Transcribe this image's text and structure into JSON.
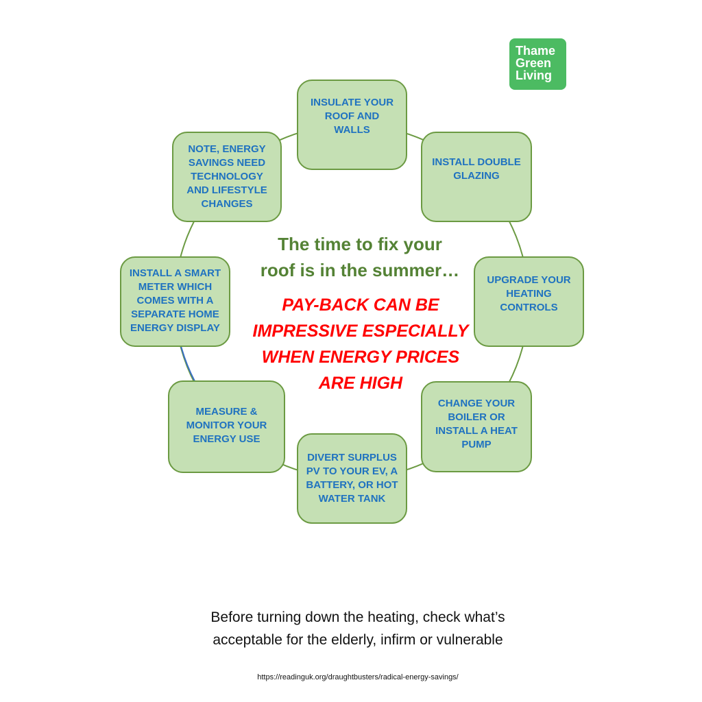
{
  "logo": {
    "text": "Thame\nGreen\nLiving"
  },
  "cycle_steps": [
    "INSULATE YOUR\nROOF AND\nWALLS",
    "INSTALL DOUBLE\nGLAZING",
    "UPGRADE YOUR\nHEATING\nCONTROLS",
    "CHANGE YOUR\nBOILER OR\nINSTALL A HEAT\nPUMP",
    "DIVERT SURPLUS\nPV TO YOUR EV, A\nBATTERY, OR HOT\nWATER TANK",
    "MEASURE &\nMONITOR YOUR\nENERGY USE",
    "INSTALL A SMART\nMETER WHICH\nCOMES WITH A\nSEPARATE HOME\nENERGY DISPLAY",
    "NOTE, ENERGY\nSAVINGS NEED\nTECHNOLOGY\nAND LIFESTYLE\nCHANGES"
  ],
  "center": {
    "headline": [
      "The time to fix your",
      "roof is in the summer…"
    ],
    "emphasis": [
      "PAY-BACK CAN BE",
      "IMPRESSIVE ESPECIALLY",
      "WHEN ENERGY PRICES",
      "ARE HIGH"
    ]
  },
  "footer": {
    "note": [
      "Before turning down the heating, check what’s",
      "acceptable for the elderly, infirm or vulnerable"
    ],
    "url": "https://readinguk.org/draughtbusters/radical-energy-savings/"
  },
  "colors": {
    "box_fill": "#c5e0b4",
    "box_border": "#6b9a42",
    "box_text": "#1f72c0",
    "headline": "#548235",
    "emphasis": "#ff0000",
    "logo": "#4cbb62"
  }
}
